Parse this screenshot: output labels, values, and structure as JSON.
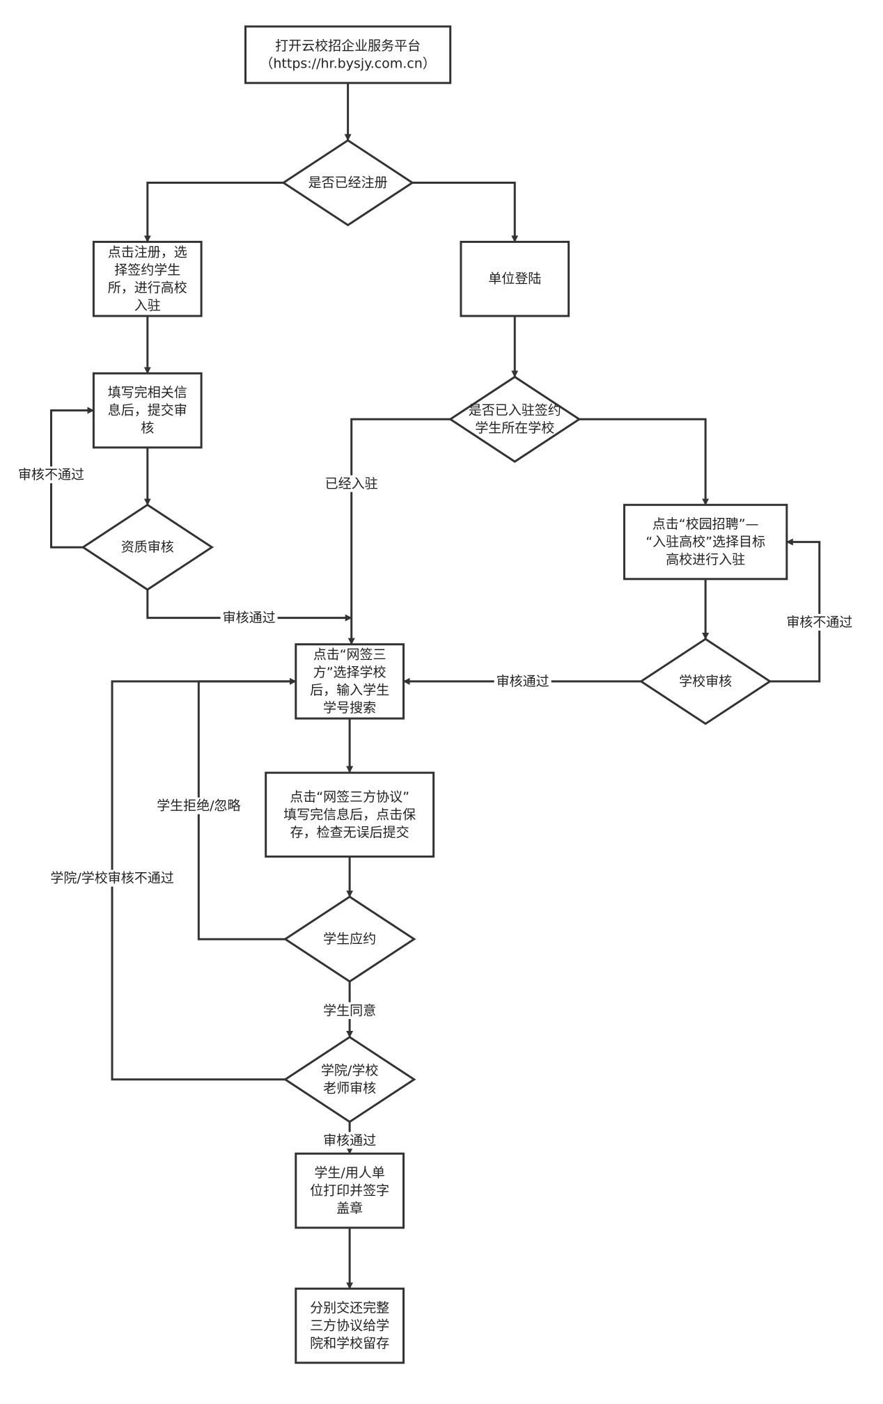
{
  "nodes": {
    "start": [
      "打开云校招企业服务平台",
      "（https://hr.bysjy.com.cn）"
    ],
    "is_registered": [
      "是否已经注册"
    ],
    "register": [
      "点击注册，选",
      "择签约学生",
      "所，进行高校",
      "入驻"
    ],
    "unit_login": [
      "单位登陆"
    ],
    "fill_info": [
      "填写完相关信",
      "息后，提交审",
      "核"
    ],
    "is_settled": [
      "是否已入驻签约",
      "学生所在学校"
    ],
    "campus_recruit": [
      "点击“校园招聘”—",
      "“入驻高校”选择目标",
      "高校进行入驻"
    ],
    "qualification_review": [
      "资质审核"
    ],
    "online_sign": [
      "点击“网签三",
      "方”选择学校",
      "后，输入学生",
      "学号搜索"
    ],
    "school_review": [
      "学校审核"
    ],
    "fill_agreement": [
      "点击“网签三方协议”",
      "填写完信息后，点击保",
      "存，检查无误后提交"
    ],
    "student_respond": [
      "学生应约"
    ],
    "teacher_review": [
      "学院/学校",
      "老师审核"
    ],
    "print_sign": [
      "学生/用人单",
      "位打印并签字",
      "盖章"
    ],
    "submit": [
      "分别交还完整",
      "三方协议给学",
      "院和学校留存"
    ]
  },
  "edge_labels": {
    "review_fail_left": "审核不通过",
    "already_settled": "已经入驻",
    "review_pass_left": "审核通过",
    "review_fail_right": "审核不通过",
    "review_pass_right": "审核通过",
    "student_reject": "学生拒绝/忽略",
    "college_fail": "学院/学校审核不通过",
    "student_agree": "学生同意",
    "review_pass_bottom": "审核通过"
  }
}
